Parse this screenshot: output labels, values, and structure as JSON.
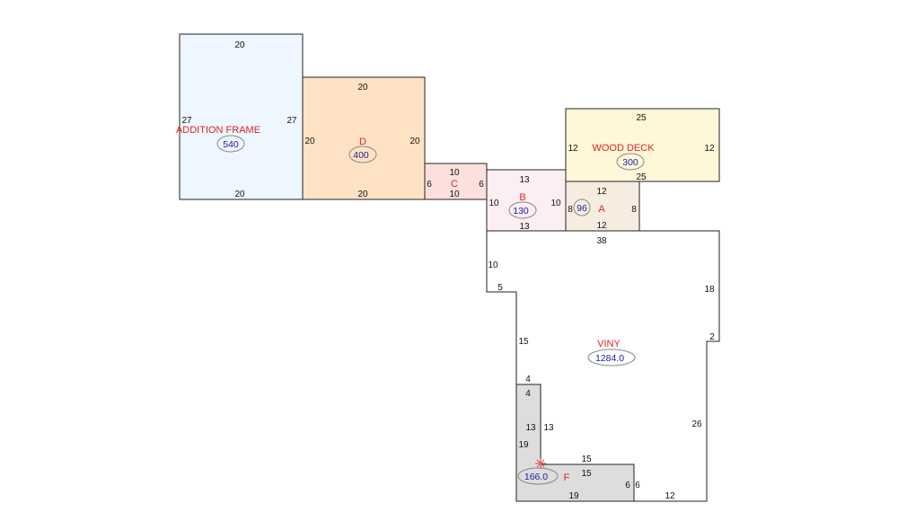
{
  "colors": {
    "name_text": "#e02424",
    "area_text": "#1a1aa6",
    "marker": "#e05555",
    "fill_addition": "#eef6ff",
    "fill_d": "#fde3c4",
    "fill_c": "#fbe0dc",
    "fill_b": "#fdeef1",
    "fill_a": "#f6ece0",
    "fill_wood_deck": "#fef7d8",
    "fill_viny": "#ffffff",
    "fill_f": "#dddddd"
  },
  "rooms": {
    "addition": {
      "name": "ADDITION FRAME",
      "area": "540",
      "dims": {
        "top": "20",
        "bottom": "20",
        "left": "27",
        "right": "27"
      }
    },
    "d": {
      "name": "D",
      "area": "400",
      "dims": {
        "top": "20",
        "bottom": "20",
        "left": "20",
        "right": "20"
      }
    },
    "c": {
      "name": "C",
      "dims": {
        "top": "10",
        "bottom": "10",
        "left": "6",
        "right": "6"
      }
    },
    "b": {
      "name": "B",
      "area": "130",
      "dims": {
        "top": "13",
        "bottom": "13",
        "left": "10",
        "right": "10"
      }
    },
    "wood_deck": {
      "name": "WOOD DECK",
      "area": "300",
      "dims": {
        "top": "25",
        "bottom": "25",
        "left": "12",
        "right": "12"
      }
    },
    "a": {
      "name": "A",
      "area": "96",
      "dims": {
        "top": "12",
        "bottom": "12",
        "left": "8",
        "right": "8"
      }
    },
    "viny": {
      "name": "VINY",
      "area": "1284.0",
      "dims": {
        "top": "38",
        "left_upper": "10",
        "step": "5",
        "left_mid": "15",
        "notch_top": "4",
        "notch_inner": "13",
        "f_top": "15",
        "f_right": "6",
        "bottom": "12",
        "right_lower": "26",
        "jog": "2",
        "right_upper": "18"
      }
    },
    "f": {
      "name": "F",
      "area": "166.0",
      "dims": {
        "top_stub": "4",
        "left_upper": "13",
        "left_lower": "19",
        "inner_top": "15",
        "right": "6",
        "bottom": "19"
      }
    }
  }
}
